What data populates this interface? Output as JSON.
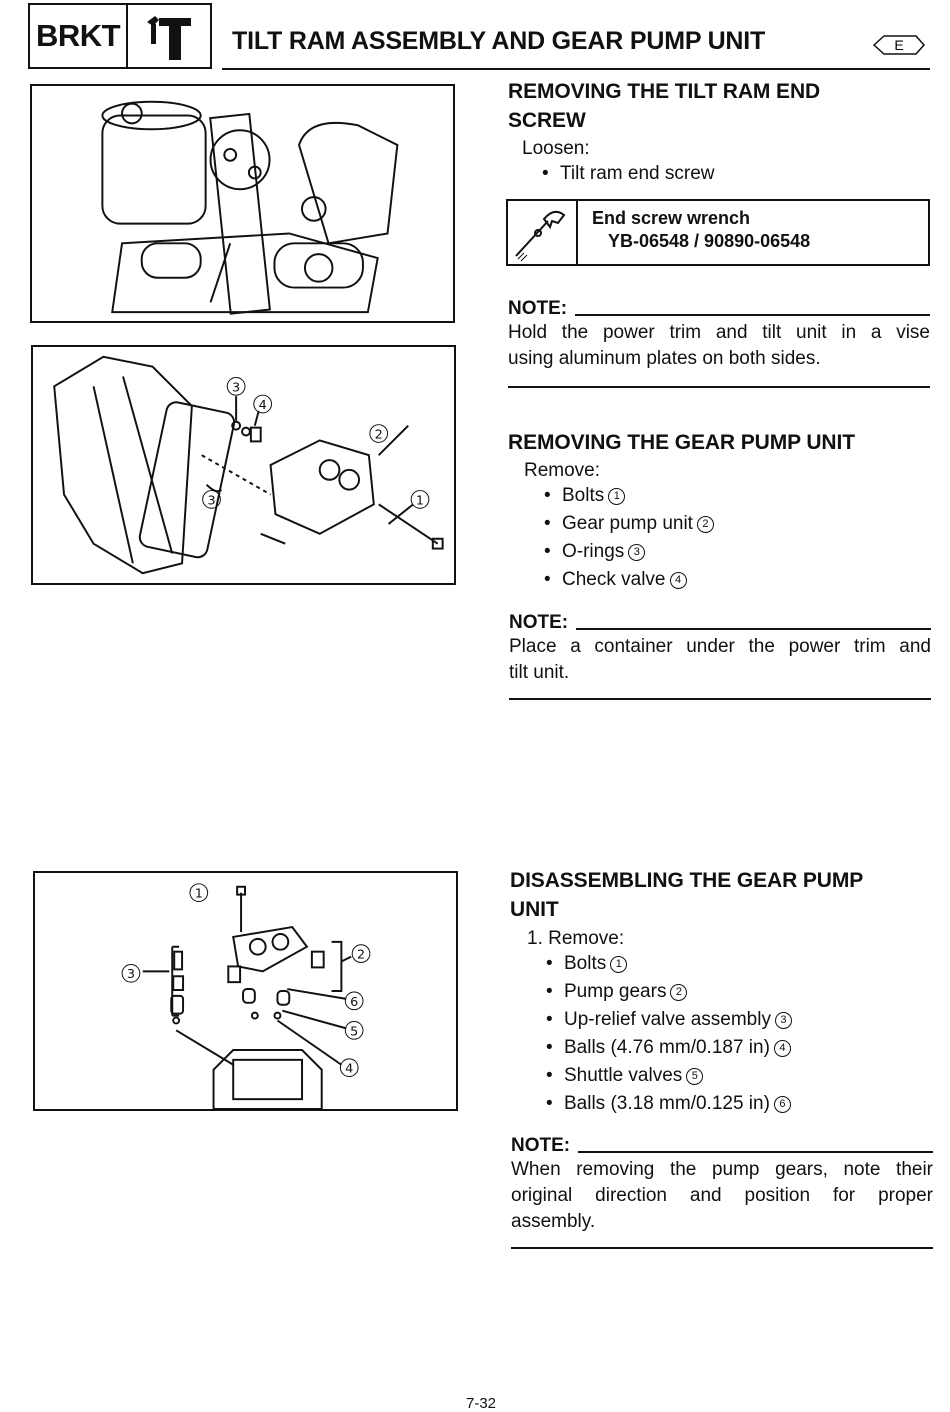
{
  "header": {
    "section_code": "BRKT",
    "title": "TILT RAM ASSEMBLY AND GEAR PUMP UNIT",
    "lang_badge": "E"
  },
  "section1": {
    "heading_line1": "REMOVING THE TILT RAM END",
    "heading_line2": "SCREW",
    "intro": "Loosen:",
    "items": [
      "Tilt ram end screw"
    ],
    "tool": {
      "name": "End screw wrench",
      "part": "YB-06548 / 90890-06548"
    },
    "note_label": "NOTE:",
    "note_line1": "Hold the power trim and tilt unit in a vise",
    "note_line2": "using aluminum plates on both sides."
  },
  "section2": {
    "heading": "REMOVING THE GEAR PUMP UNIT",
    "intro": "Remove:",
    "items": [
      {
        "text": "Bolts",
        "ref": "1"
      },
      {
        "text": "Gear pump unit",
        "ref": "2"
      },
      {
        "text": "O-rings",
        "ref": "3"
      },
      {
        "text": "Check valve",
        "ref": "4"
      }
    ],
    "note_label": "NOTE:",
    "note_line1": "Place a container under the power trim and",
    "note_line2": "tilt unit."
  },
  "section3": {
    "heading_line1": "DISASSEMBLING THE GEAR PUMP",
    "heading_line2": "UNIT",
    "intro": "1. Remove:",
    "items": [
      {
        "text": "Bolts",
        "ref": "1"
      },
      {
        "text": "Pump gears",
        "ref": "2"
      },
      {
        "text": "Up-relief valve assembly",
        "ref": "3"
      },
      {
        "text": "Balls (4.76 mm/0.187 in)",
        "ref": "4"
      },
      {
        "text": "Shuttle valves",
        "ref": "5"
      },
      {
        "text": "Balls (3.18 mm/0.125 in)",
        "ref": "6"
      }
    ],
    "note_label": "NOTE:",
    "note_line1": "When removing the pump gears, note their",
    "note_line2": "original direction and position for proper",
    "note_line3": "assembly."
  },
  "figures": {
    "fig2_callouts": [
      "3",
      "4",
      "2",
      "1",
      "3"
    ],
    "fig3_callouts": [
      "1",
      "2",
      "3",
      "6",
      "5",
      "4"
    ]
  },
  "footer": {
    "page_number": "7-32"
  }
}
